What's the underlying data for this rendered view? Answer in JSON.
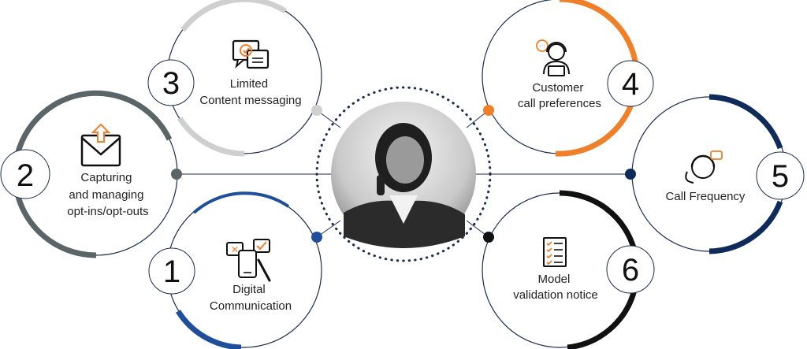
{
  "colors": {
    "navy": "#1b2b4f",
    "gray_light": "#cfcfcf",
    "gray_dark": "#5b6466",
    "blue": "#1f4e9a",
    "orange": "#f07f2a",
    "black": "#111111",
    "dark_navy": "#0f2b5a"
  },
  "center_image": {
    "icon": "photo-woman-on-phone"
  },
  "items": [
    {
      "number": "1",
      "label_lines": [
        "Digital",
        "Communication"
      ],
      "icon": "digital-devices-icon",
      "accent": "#1f4e9a"
    },
    {
      "number": "2",
      "label_lines": [
        "Capturing",
        "and managing",
        "opt-ins/opt-outs"
      ],
      "icon": "envelope-upload-icon",
      "accent": "#5b6466"
    },
    {
      "number": "3",
      "label_lines": [
        "Limited",
        "Content messaging"
      ],
      "icon": "chat-bubbles-icon",
      "accent": "#cfcfcf"
    },
    {
      "number": "4",
      "label_lines": [
        "Customer",
        "call preferences"
      ],
      "icon": "call-agent-icon",
      "accent": "#f07f2a"
    },
    {
      "number": "5",
      "label_lines": [
        "Call Frequency"
      ],
      "icon": "phone-headset-icon",
      "accent": "#0f2b5a"
    },
    {
      "number": "6",
      "label_lines": [
        "Model",
        "validation notice"
      ],
      "icon": "checklist-icon",
      "accent": "#111111"
    }
  ]
}
